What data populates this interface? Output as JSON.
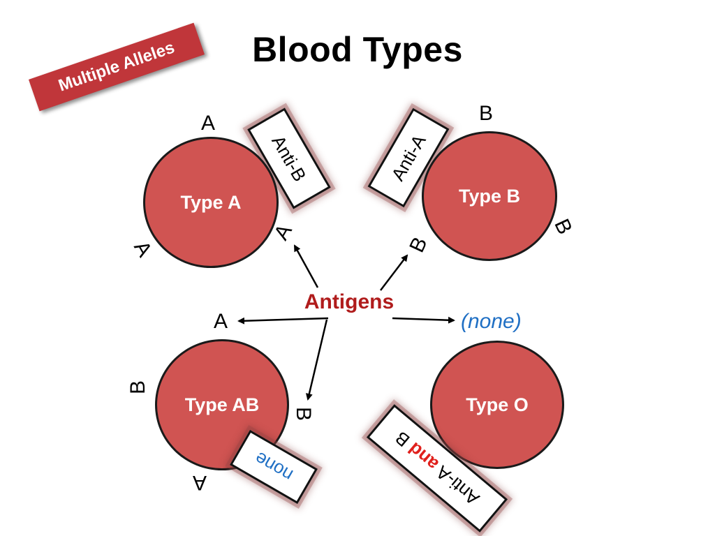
{
  "title": "Blood Types",
  "tag": "Multiple Alleles",
  "center_label": "Antigens",
  "none_label": "(none)",
  "cells": {
    "a": {
      "label": "Type A",
      "antigen_top": "A",
      "antigen_right": "A",
      "antigen_left": "A",
      "antibody": "Anti-B"
    },
    "b": {
      "label": "Type B",
      "antigen_top": "B",
      "antigen_right": "B",
      "antigen_left": "B",
      "antibody": "Anti-A"
    },
    "ab": {
      "label": "Type AB",
      "antigen_top": "A",
      "antigen_left": "B",
      "antigen_right": "B",
      "antigen_bottom": "A",
      "antibody": "none"
    },
    "o": {
      "label": "Type O",
      "antibody_part1": "Anti-A ",
      "antibody_and": "and",
      "antibody_part2": " B"
    }
  },
  "colors": {
    "cell_fill": "#d05452",
    "tag_fill": "#c0363a",
    "antigens_text": "#b01c1c",
    "none_text": "#1f6fc4",
    "and_text": "#e0201c"
  }
}
